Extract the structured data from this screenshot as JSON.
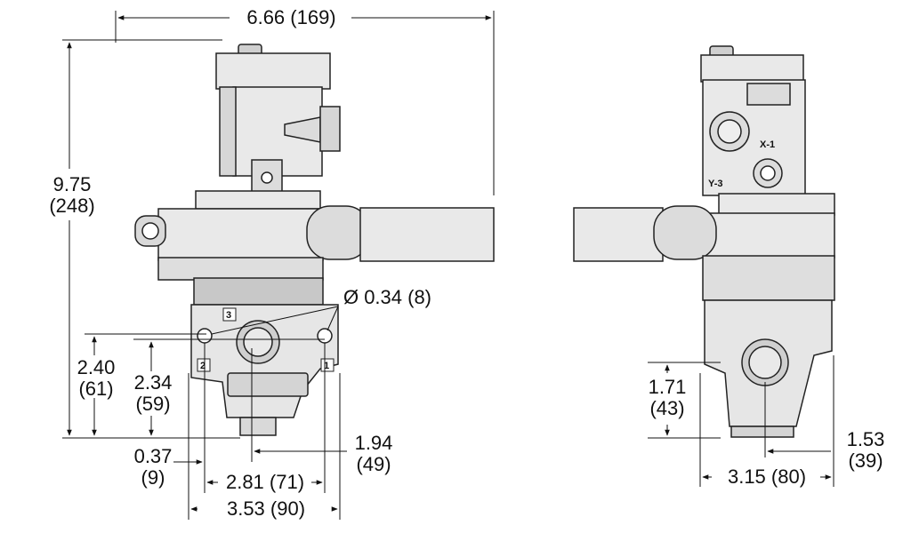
{
  "drawing": {
    "overall_width": "6.66 (169)",
    "overall_height": {
      "in": "9.75",
      "mm": "(248)"
    },
    "port_diameter": "Ø 0.34 (8)",
    "height_port_a": {
      "in": "2.40",
      "mm": "(61)"
    },
    "height_port_b": {
      "in": "2.34",
      "mm": "(59)"
    },
    "offset_left": {
      "in": "0.37",
      "mm": "(9)"
    },
    "port_spacing": "2.81 (71)",
    "base_width": "3.53 (90)",
    "offset_right": {
      "in": "1.94",
      "mm": "(49)"
    },
    "side_height": {
      "in": "1.71",
      "mm": "(43)"
    },
    "side_offset": {
      "in": "1.53",
      "mm": "(39)"
    },
    "side_width": "3.15 (80)",
    "port_labels": {
      "p3": "3",
      "p2": "2",
      "p1": "1",
      "x1": "X-1",
      "y3": "Y-3"
    },
    "colors": {
      "body": "#e9e9e9",
      "shade": "#bdbdbd",
      "outline": "#222222",
      "line": "#111111"
    }
  }
}
